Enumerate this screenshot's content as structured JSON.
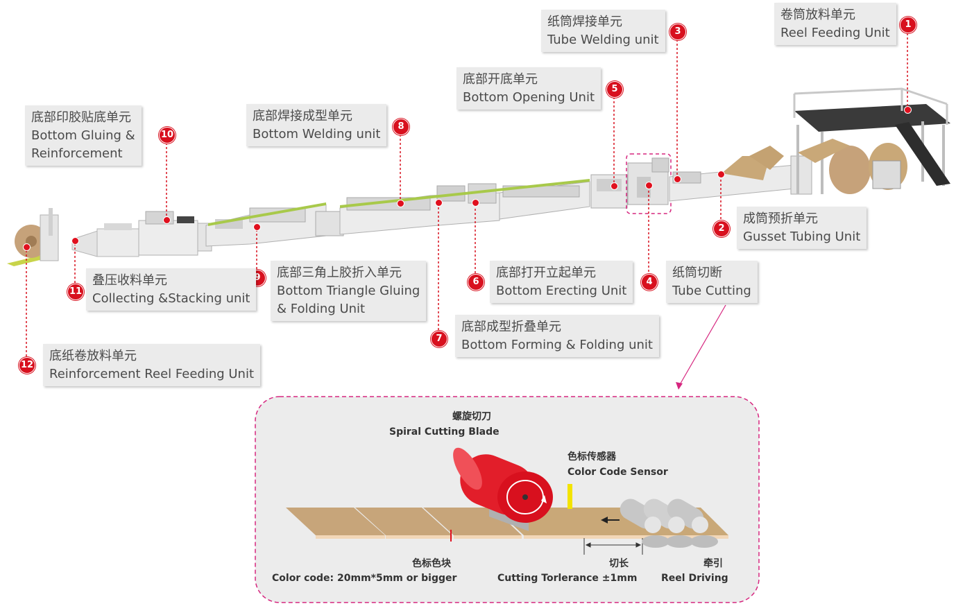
{
  "units": [
    {
      "num": "1",
      "cn": "卷筒放料单元",
      "en": "Reel Feeding Unit"
    },
    {
      "num": "2",
      "cn": "成筒预折单元",
      "en": "Gusset Tubing Unit"
    },
    {
      "num": "3",
      "cn": "纸筒焊接单元",
      "en": "Tube Welding unit"
    },
    {
      "num": "4",
      "cn": "纸筒切断",
      "en": "Tube Cutting"
    },
    {
      "num": "5",
      "cn": "底部开底单元",
      "en": "Bottom Opening Unit"
    },
    {
      "num": "6",
      "cn": "底部打开立起单元",
      "en": "Bottom Erecting Unit"
    },
    {
      "num": "7",
      "cn": "底部成型折叠单元",
      "en": "Bottom Forming & Folding unit"
    },
    {
      "num": "8",
      "cn": "底部焊接成型单元",
      "en": "Bottom Welding unit"
    },
    {
      "num": "9",
      "cn": "底部三角上胶折入单元",
      "en": "Bottom Triangle Gluing",
      "en2": "& Folding Unit"
    },
    {
      "num": "10",
      "cn": "底部印胶贴底单元",
      "en": "Bottom Gluing &",
      "en2": "Reinforcement"
    },
    {
      "num": "11",
      "cn": "叠压收料单元",
      "en": "Collecting &Stacking unit"
    },
    {
      "num": "12",
      "cn": "底纸卷放料单元",
      "en": "Reinforcement Reel Feeding Unit"
    }
  ],
  "detail": {
    "blade_cn": "螺旋切刀",
    "blade_en": "Spiral Cutting Blade",
    "sensor_cn": "色标传感器",
    "sensor_en": "Color Code Sensor",
    "colorcode_cn": "色标色块",
    "colorcode_en": "Color code:  20mm*5mm or bigger",
    "tolerance_cn": "切长",
    "tolerance_en": "Cutting Torlerance ±1mm",
    "reel_cn": "牵引",
    "reel_en": "Reel Driving"
  },
  "colors": {
    "accent": "#d8101e",
    "dashed": "#d6267f",
    "kraft": "#c9a878"
  }
}
